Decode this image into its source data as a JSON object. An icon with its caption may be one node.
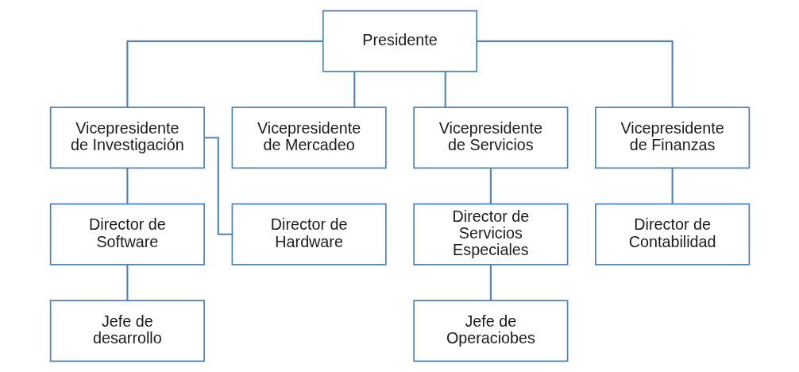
{
  "diagram": {
    "nodes": [
      {
        "text": [
          "Presidente"
        ]
      },
      {
        "text": [
          "Vicepresidente de Investigación"
        ]
      },
      {
        "text": [
          "Vicepresidente de Mercadeo"
        ]
      },
      {
        "text": [
          "Vicepresidente de Servicios"
        ]
      },
      {
        "text": [
          "Vicepresidente de Finanzas"
        ]
      },
      {
        "text": [
          "Director de Software"
        ]
      },
      {
        "text": [
          "Director de Hardware"
        ]
      },
      {
        "text": [
          "Jefe de desarrollo"
        ]
      },
      {
        "text": [
          "Director de Servicios Especiales"
        ]
      },
      {
        "text": [
          "Jefe de Operaciobes"
        ]
      },
      {
        "text": [
          "Director de Contabilidad"
        ]
      }
    ],
    "edges": [
      {
        "from": 0,
        "to": 1,
        "arrow": "none"
      },
      {
        "from": 0,
        "to": 2,
        "arrow": "none"
      },
      {
        "from": 0,
        "to": 3,
        "arrow": "none"
      },
      {
        "from": 0,
        "to": 4,
        "arrow": "none"
      },
      {
        "from": 1,
        "to": 5,
        "arrow": "none"
      },
      {
        "from": 1,
        "to": 6,
        "arrow": "none"
      },
      {
        "from": 5,
        "to": 7,
        "arrow": "none"
      },
      {
        "from": 3,
        "to": 8,
        "arrow": "none"
      },
      {
        "from": 8,
        "to": 9,
        "arrow": "none"
      },
      {
        "from": 4,
        "to": 10,
        "arrow": "none"
      }
    ]
  }
}
